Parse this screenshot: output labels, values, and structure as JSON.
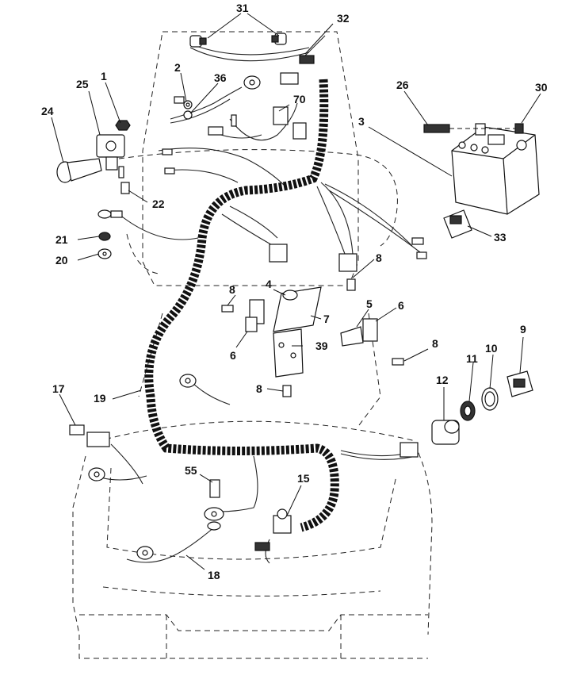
{
  "callouts": {
    "c1": "1",
    "c2": "2",
    "c3": "3",
    "c4": "4",
    "c5": "5",
    "c6a": "6",
    "c6b": "6",
    "c7": "7",
    "c8a": "8",
    "c8b": "8",
    "c8c": "8",
    "c8d": "8",
    "c9": "9",
    "c10": "10",
    "c11": "11",
    "c12": "12",
    "c15": "15",
    "c17": "17",
    "c18": "18",
    "c19": "19",
    "c20": "20",
    "c21": "21",
    "c22": "22",
    "c24": "24",
    "c25": "25",
    "c26": "26",
    "c30": "30",
    "c31": "31",
    "c32": "32",
    "c33": "33",
    "c36": "36",
    "c39": "39",
    "c55": "55",
    "c70": "70"
  }
}
